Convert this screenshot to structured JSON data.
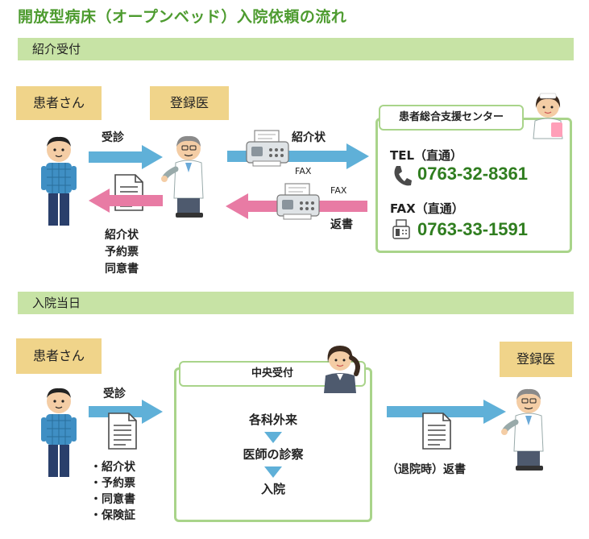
{
  "title": "開放型病床（オープンベッド）入院依頼の流れ",
  "referral": {
    "section_label": "紹介受付",
    "patient_label": "患者さん",
    "doctor_label": "登録医",
    "visit_label": "受診",
    "referral_letter_label": "紹介状",
    "fax_label_1": "FAX",
    "fax_label_2": "FAX",
    "reply_label": "返書",
    "documents": [
      "紹介状",
      "予約票",
      "同意書"
    ],
    "center": {
      "title": "患者総合支援センター",
      "tel_label": "TEL（直通）",
      "tel_number": "0763-32-8361",
      "fax_label": "FAX（直通）",
      "fax_number": "0763-33-1591"
    }
  },
  "admission": {
    "section_label": "入院当日",
    "patient_label": "患者さん",
    "doctor_label": "登録医",
    "visit_label": "受診",
    "documents": [
      "・紹介状",
      "・予約票",
      "・同意書",
      "・保険証"
    ],
    "reception_title": "中央受付",
    "steps": [
      "各科外来",
      "医師の診察",
      "入院"
    ],
    "discharge_reply_label": "（退院時）返書"
  },
  "colors": {
    "title_green": "#4d9b2f",
    "section_bar": "#c7e3a5",
    "label_box": "#f0d48a",
    "arrow_blue": "#5fb0d8",
    "arrow_pink": "#e87ba4",
    "frame_green": "#a9d48a",
    "number_green": "#2f7d1f"
  }
}
